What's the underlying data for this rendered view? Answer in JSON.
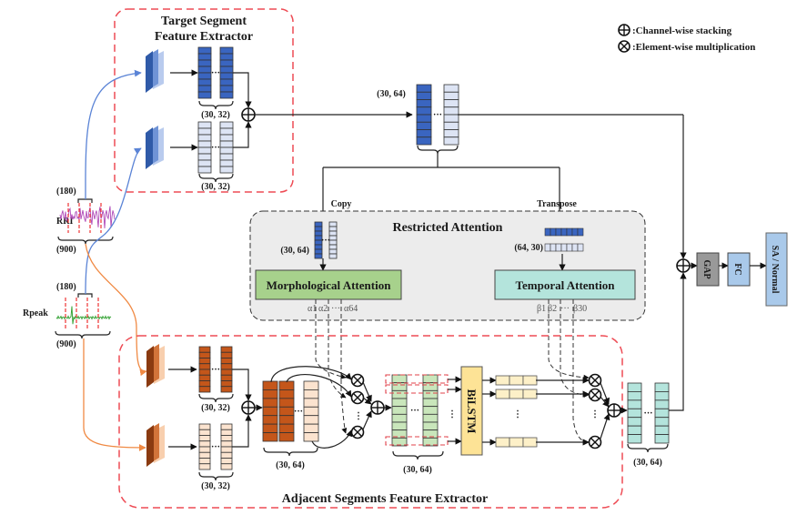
{
  "legend": {
    "stack_label": ":Channel-wise stacking",
    "mult_label": ":Element-wise multiplication",
    "stack_icon": "circle-plus-icon",
    "mult_icon": "circle-times-icon"
  },
  "target_extractor": {
    "title_line1": "Target Segment",
    "title_line2": "Feature Extractor",
    "top_shape": "(30, 32)",
    "bottom_shape": "(30, 32)"
  },
  "merged_target": {
    "shape": "(30, 64)"
  },
  "signals": {
    "rri": {
      "label": "RRI",
      "window": "(180)",
      "length": "(900)"
    },
    "rpeak": {
      "label": "Rpeak",
      "window": "(180)",
      "length": "(900)"
    }
  },
  "restricted_attention": {
    "title": "Restricted Attention",
    "copy_label": "Copy",
    "transpose_label": "Transpose",
    "copy_shape": "(30, 64)",
    "transpose_shape": "(64, 30)",
    "morph_label": "Morphological Attention",
    "temporal_label": "Temporal Attention",
    "alpha": [
      "α1",
      "α2",
      "···",
      "α64"
    ],
    "beta": [
      "β1",
      "β2",
      "···",
      "β30"
    ]
  },
  "adjacent_extractor": {
    "title": "Adjacent Segments Feature Extractor",
    "top_shape": "(30, 32)",
    "bottom_shape": "(30, 32)",
    "merged_shape": "(30, 64)",
    "weighted_shape": "(30, 64)",
    "bilstm_label": "BiLSTM",
    "output_shape": "(30, 64)"
  },
  "head": {
    "gap_label": "GAP",
    "fc_label": "FC",
    "output_label": "SA / Normal"
  },
  "colors": {
    "blue_dark": "#3a65c0",
    "blue_light": "#dde4f4",
    "orange_dark": "#c4561a",
    "orange_light": "#fbe3cf",
    "green": "#a7d18c",
    "green_light": "#c9e6bb",
    "teal": "#b4e4dc",
    "yellow": "#fde396",
    "yellow_light": "#fdf0c8",
    "gray_box": "#999999",
    "fc_blue": "#a9c9ea",
    "attention_bg": "#ececec",
    "red_dash": "#ee4c55",
    "rri_curve": "#5b84d6",
    "rpeak_curve": "#f08a44"
  }
}
